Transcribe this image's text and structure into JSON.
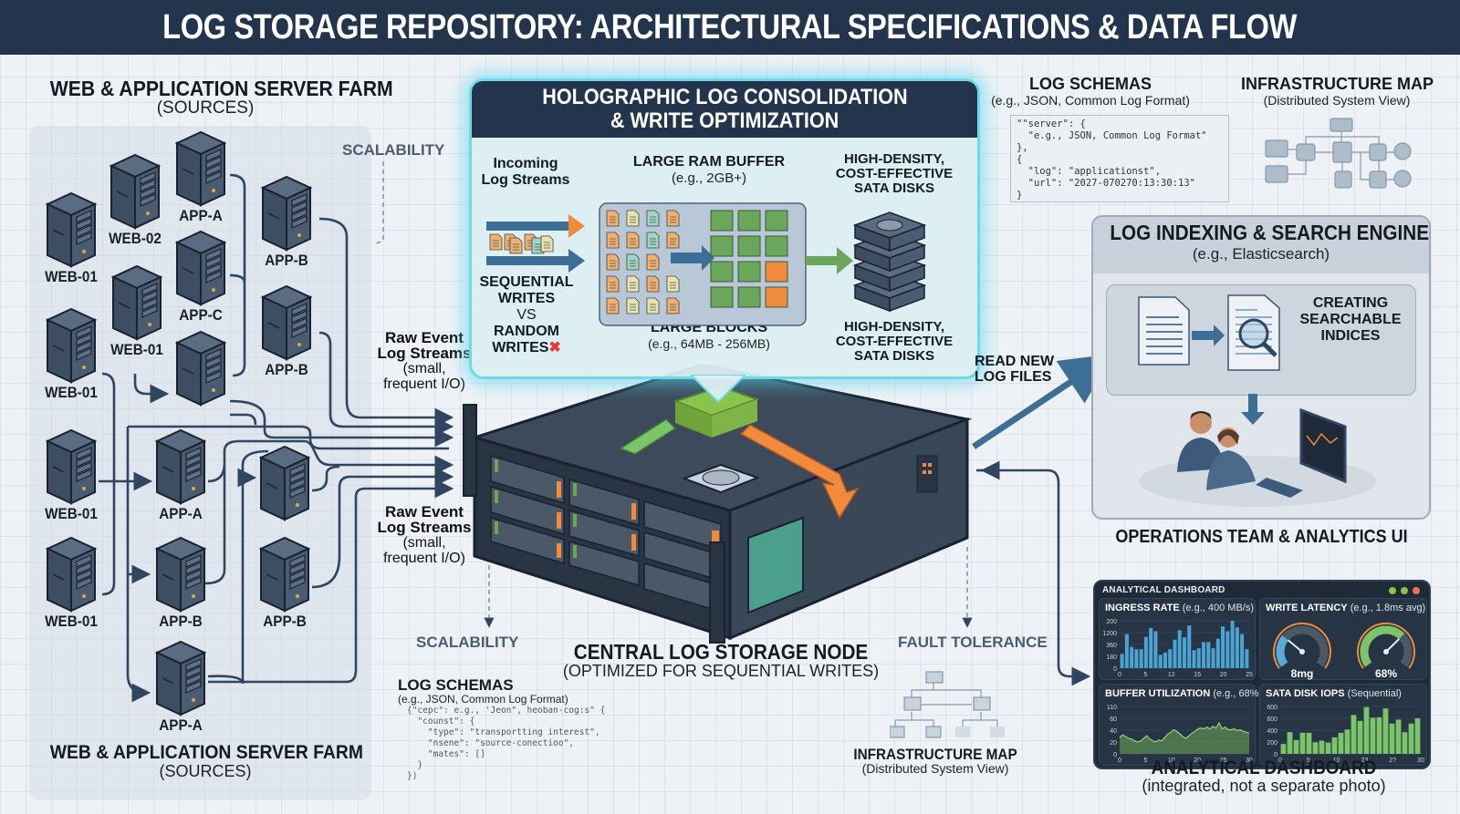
{
  "header": {
    "title": "LOG STORAGE REPOSITORY: ARCHITECTURAL SPECIFICATIONS & DATA FLOW"
  },
  "farm": {
    "title_top": "WEB & APPLICATION SERVER FARM",
    "subtitle_top": "(SOURCES)",
    "title_bottom": "WEB & APPLICATION SERVER FARM",
    "subtitle_bottom": "(SOURCES)",
    "servers": [
      {
        "label": "WEB-01"
      },
      {
        "label": "WEB-02"
      },
      {
        "label": "APP-A"
      },
      {
        "label": "APP-B"
      },
      {
        "label": "WEB-01"
      },
      {
        "label": "APP-C"
      },
      {
        "label": "WEB-01"
      },
      {
        "label": "APP-B"
      },
      {
        "label": "WEB-01"
      },
      {
        "label": "APP-A"
      },
      {
        "label": "WEB-01"
      },
      {
        "label": "APP-B"
      },
      {
        "label": "APP-B"
      },
      {
        "label": "APP-A"
      }
    ]
  },
  "annotations": {
    "scalability_top": "SCALABILITY",
    "scalability_bottom": "SCALABILITY",
    "fault_tolerance": "FAULT TOLERANCE",
    "read_new_log_files_line1": "READ NEW",
    "read_new_log_files_line2": "LOG FILES"
  },
  "streams": {
    "top": {
      "line1": "Raw Event",
      "line2": "Log Streams",
      "line3": "(small,",
      "line4": "frequent I/O)"
    },
    "bottom": {
      "line1": "Raw Event",
      "line2": "Log Streams",
      "line3": "(small,",
      "line4": "frequent I/O)"
    }
  },
  "holo": {
    "title_line1": "HOLOGRAPHIC LOG CONSOLIDATION",
    "title_line2": "& WRITE OPTIMIZATION",
    "incoming_line1": "Incoming",
    "incoming_line2": "Log Streams",
    "seq_line1": "SEQUENTIAL",
    "seq_line2": "WRITES",
    "vs": "VS",
    "random_line1": "RANDOM",
    "random_line2": "WRITES",
    "ram_title": "LARGE RAM BUFFER",
    "ram_sub": "(e.g., 2GB+)",
    "blocks_title": "LARGE BLOCKS",
    "blocks_sub": "(e.g., 64MB - 256MB)",
    "disks_top_line1": "HIGH-DENSITY,",
    "disks_top_line2": "COST-EFFECTIVE",
    "disks_top_line3": "SATA DISKS",
    "disks_bottom_line1": "HIGH-DENSITY,",
    "disks_bottom_line2": "COST-EFFECTIVE",
    "disks_bottom_line3": "SATA DISKS",
    "colors": {
      "accent_glow": "#6fd8e8",
      "orange": "#f08a3c",
      "green": "#6aa75a",
      "teal": "#5bb8a6"
    }
  },
  "central": {
    "title": "CENTRAL LOG STORAGE NODE",
    "subtitle": "(OPTIMIZED FOR SEQUENTIAL WRITES)"
  },
  "schemas_top": {
    "title": "LOG SCHEMAS",
    "subtitle": "(e.g., JSON, Common Log Format)",
    "code": "\"\"server\": {\n  \"e.g., JSON, Common Log Format\"\n},\n{\n  \"log\": \"applicationst\",\n  \"url\": \"2027-070270:13:30:13\"\n}"
  },
  "schemas_bottom": {
    "title": "LOG SCHEMAS",
    "subtitle": "(e.g., JSON, Common Log Format)",
    "code": "{\"cepc\": e.g., 'Jeon\", heoban-cog:s\" {\n  \"counst\": {\n    \"type\": \"transportting interest\",\n    \"nsene\": \"source-conectioo\",\n    \"mates\": []\n  }\n})"
  },
  "infra_top": {
    "title": "INFRASTRUCTURE MAP",
    "subtitle": "(Distributed System View)"
  },
  "infra_bottom": {
    "title": "INFRASTRUCTURE MAP",
    "subtitle": "(Distributed System View)"
  },
  "indexing": {
    "title": "LOG INDEXING & SEARCH ENGINE",
    "subtitle": "(e.g., Elasticsearch)",
    "creating_line1": "CREATING",
    "creating_line2": "SEARCHABLE",
    "creating_line3": "INDICES",
    "ops_label": "OPERATIONS TEAM & ANALYTICS UI"
  },
  "dashboard": {
    "window_title": "ANALYTICAL DASHBOARD",
    "caption": "ANALYTICAL DASHBOARD",
    "caption_sub": "(integrated, not a separate photo)",
    "window_dots": [
      "#8bc34a",
      "#8bc34a",
      "#e5735a"
    ],
    "ingress": {
      "title": "INGRESS RATE",
      "title_note": "(e.g., 400 MB/s)",
      "y_ticks": [
        "200",
        "1200",
        "360",
        "180",
        "0"
      ],
      "x_ticks": [
        "0",
        "5",
        "12",
        "15",
        "20",
        "25"
      ],
      "values": [
        0.3,
        0.72,
        0.45,
        0.4,
        0.4,
        0.66,
        0.85,
        0.78,
        0.28,
        0.33,
        0.4,
        0.6,
        0.8,
        0.65,
        0.9,
        0.38,
        0.42,
        0.55,
        0.55,
        0.42,
        0.62,
        0.88,
        0.78,
        1.0,
        0.86,
        0.72,
        0.4
      ]
    },
    "latency": {
      "title": "WRITE LATENCY",
      "title_note": "(e.g., 1.8ms avg)",
      "gauges": [
        {
          "label": "8mg",
          "value": 0.3,
          "color": "#5aaad8"
        },
        {
          "label": "68%",
          "value": 0.68,
          "color": "#7cc46a"
        }
      ]
    },
    "buffer": {
      "title": "BUFFER UTILIZATION",
      "title_note": "(e.g., 68%)",
      "y_ticks": [
        "110",
        "60",
        "40",
        "20",
        "0"
      ],
      "x_ticks": [
        "0",
        "5",
        "10",
        "20",
        "25",
        "30"
      ],
      "values": [
        38,
        44,
        40,
        36,
        34,
        30,
        27,
        30,
        36,
        42,
        34,
        30,
        28,
        32,
        30,
        38,
        46,
        50,
        56,
        52,
        46,
        40,
        36,
        42,
        48,
        52,
        58,
        60,
        58,
        62,
        58,
        64,
        60,
        72,
        58,
        62,
        56,
        56,
        58,
        54,
        56,
        52,
        50,
        48
      ]
    },
    "iops": {
      "title": "SATA DISK IOPS",
      "title_note": "(Sequential)",
      "y_ticks": [
        "600",
        "600",
        "400",
        "200",
        "0"
      ],
      "x_ticks": [
        "0",
        "5",
        "10",
        "23",
        "2?",
        "30"
      ],
      "values": [
        150,
        330,
        210,
        320,
        320,
        175,
        200,
        170,
        250,
        320,
        370,
        590,
        500,
        710,
        550,
        555,
        690,
        460,
        520,
        330,
        460,
        540
      ]
    }
  }
}
